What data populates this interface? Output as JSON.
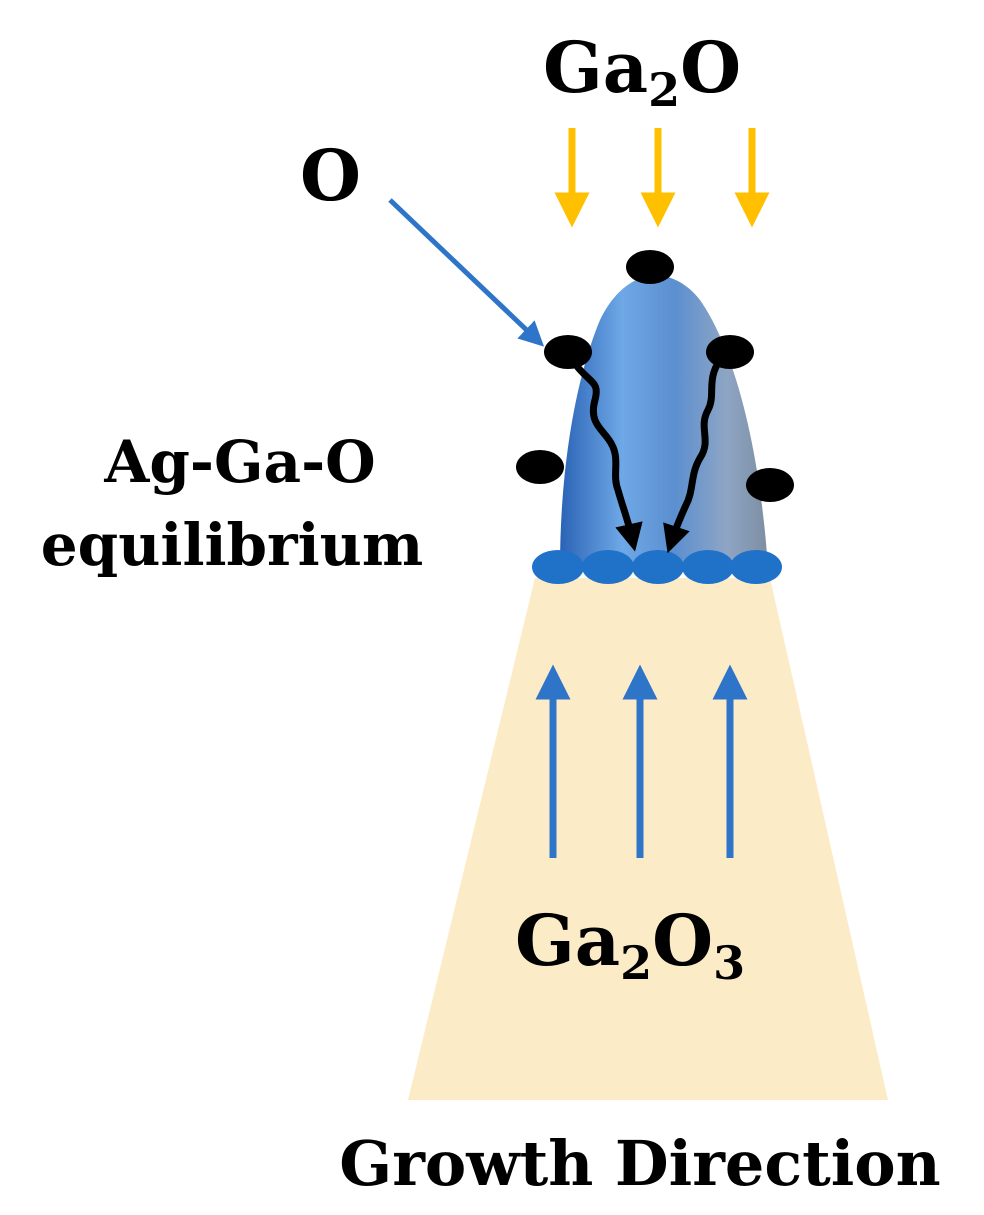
{
  "labels": {
    "source_gas": {
      "main": "Ga",
      "sub1": "2",
      "tail": "O"
    },
    "oxygen": "O",
    "catalyst_line1": "Ag-Ga-O",
    "catalyst_line2": "equilibrium",
    "nanowire": {
      "main": "Ga",
      "sub1": "2",
      "mid": "O",
      "sub2": "3"
    },
    "growth": "Growth Direction"
  },
  "colors": {
    "ga2o_arrow": "#ffc000",
    "oxygen_arrow": "#2e75c9",
    "growth_arrow": "#2e75c9",
    "droplet_light": "#6fa8e6",
    "droplet_dark": "#2a63b5",
    "droplet_grey": "#9aa8b8",
    "interface_atom": "#1f72c8",
    "adsorbed_atom": "#000000",
    "nanowire_body": "#fcebc7",
    "diffusion_path": "#000000"
  }
}
